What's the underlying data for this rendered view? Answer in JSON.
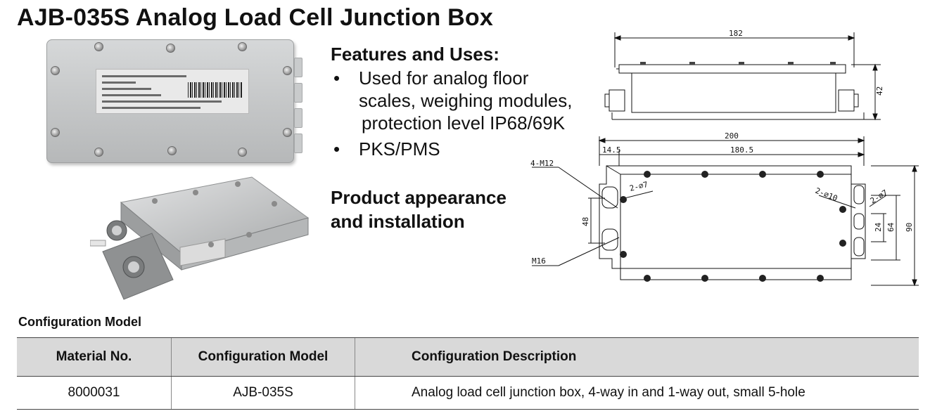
{
  "title": "AJB-035S Analog Load Cell Junction Box",
  "features": {
    "heading": "Features and Uses:",
    "bullets": [
      {
        "lines": [
          "Used for analog floor",
          "scales, weighing modules,",
          "protection level IP68/69K"
        ]
      },
      {
        "lines": [
          "PKS/PMS"
        ]
      }
    ],
    "bullet_glyph": "•"
  },
  "appearance": {
    "heading_lines": [
      "Product appearance",
      "and installation"
    ]
  },
  "drawing_side": {
    "width_label": "182",
    "height_label": "42"
  },
  "drawing_top": {
    "overall_width": "200",
    "inner_width": "180.5",
    "offset": "14.5",
    "height_total": "90",
    "height_mid": "64",
    "height_small": "24",
    "height_left": "48",
    "label_mount": "4-M12",
    "label_gland": "M16",
    "label_hole_left": "2-⌀7",
    "label_hole_right_a": "2-⌀10",
    "label_hole_right_b": "2-⌀7"
  },
  "configuration": {
    "heading": "Configuration Model",
    "columns": [
      "Material No.",
      "Configuration Model",
      "Configuration Description"
    ],
    "rows": [
      [
        "8000031",
        "AJB-035S",
        "Analog load cell junction box, 4-way in and 1-way out, small 5-hole"
      ]
    ]
  },
  "colors": {
    "table_header_bg": "#d9d9d9",
    "metal": "#c7c9ca"
  }
}
